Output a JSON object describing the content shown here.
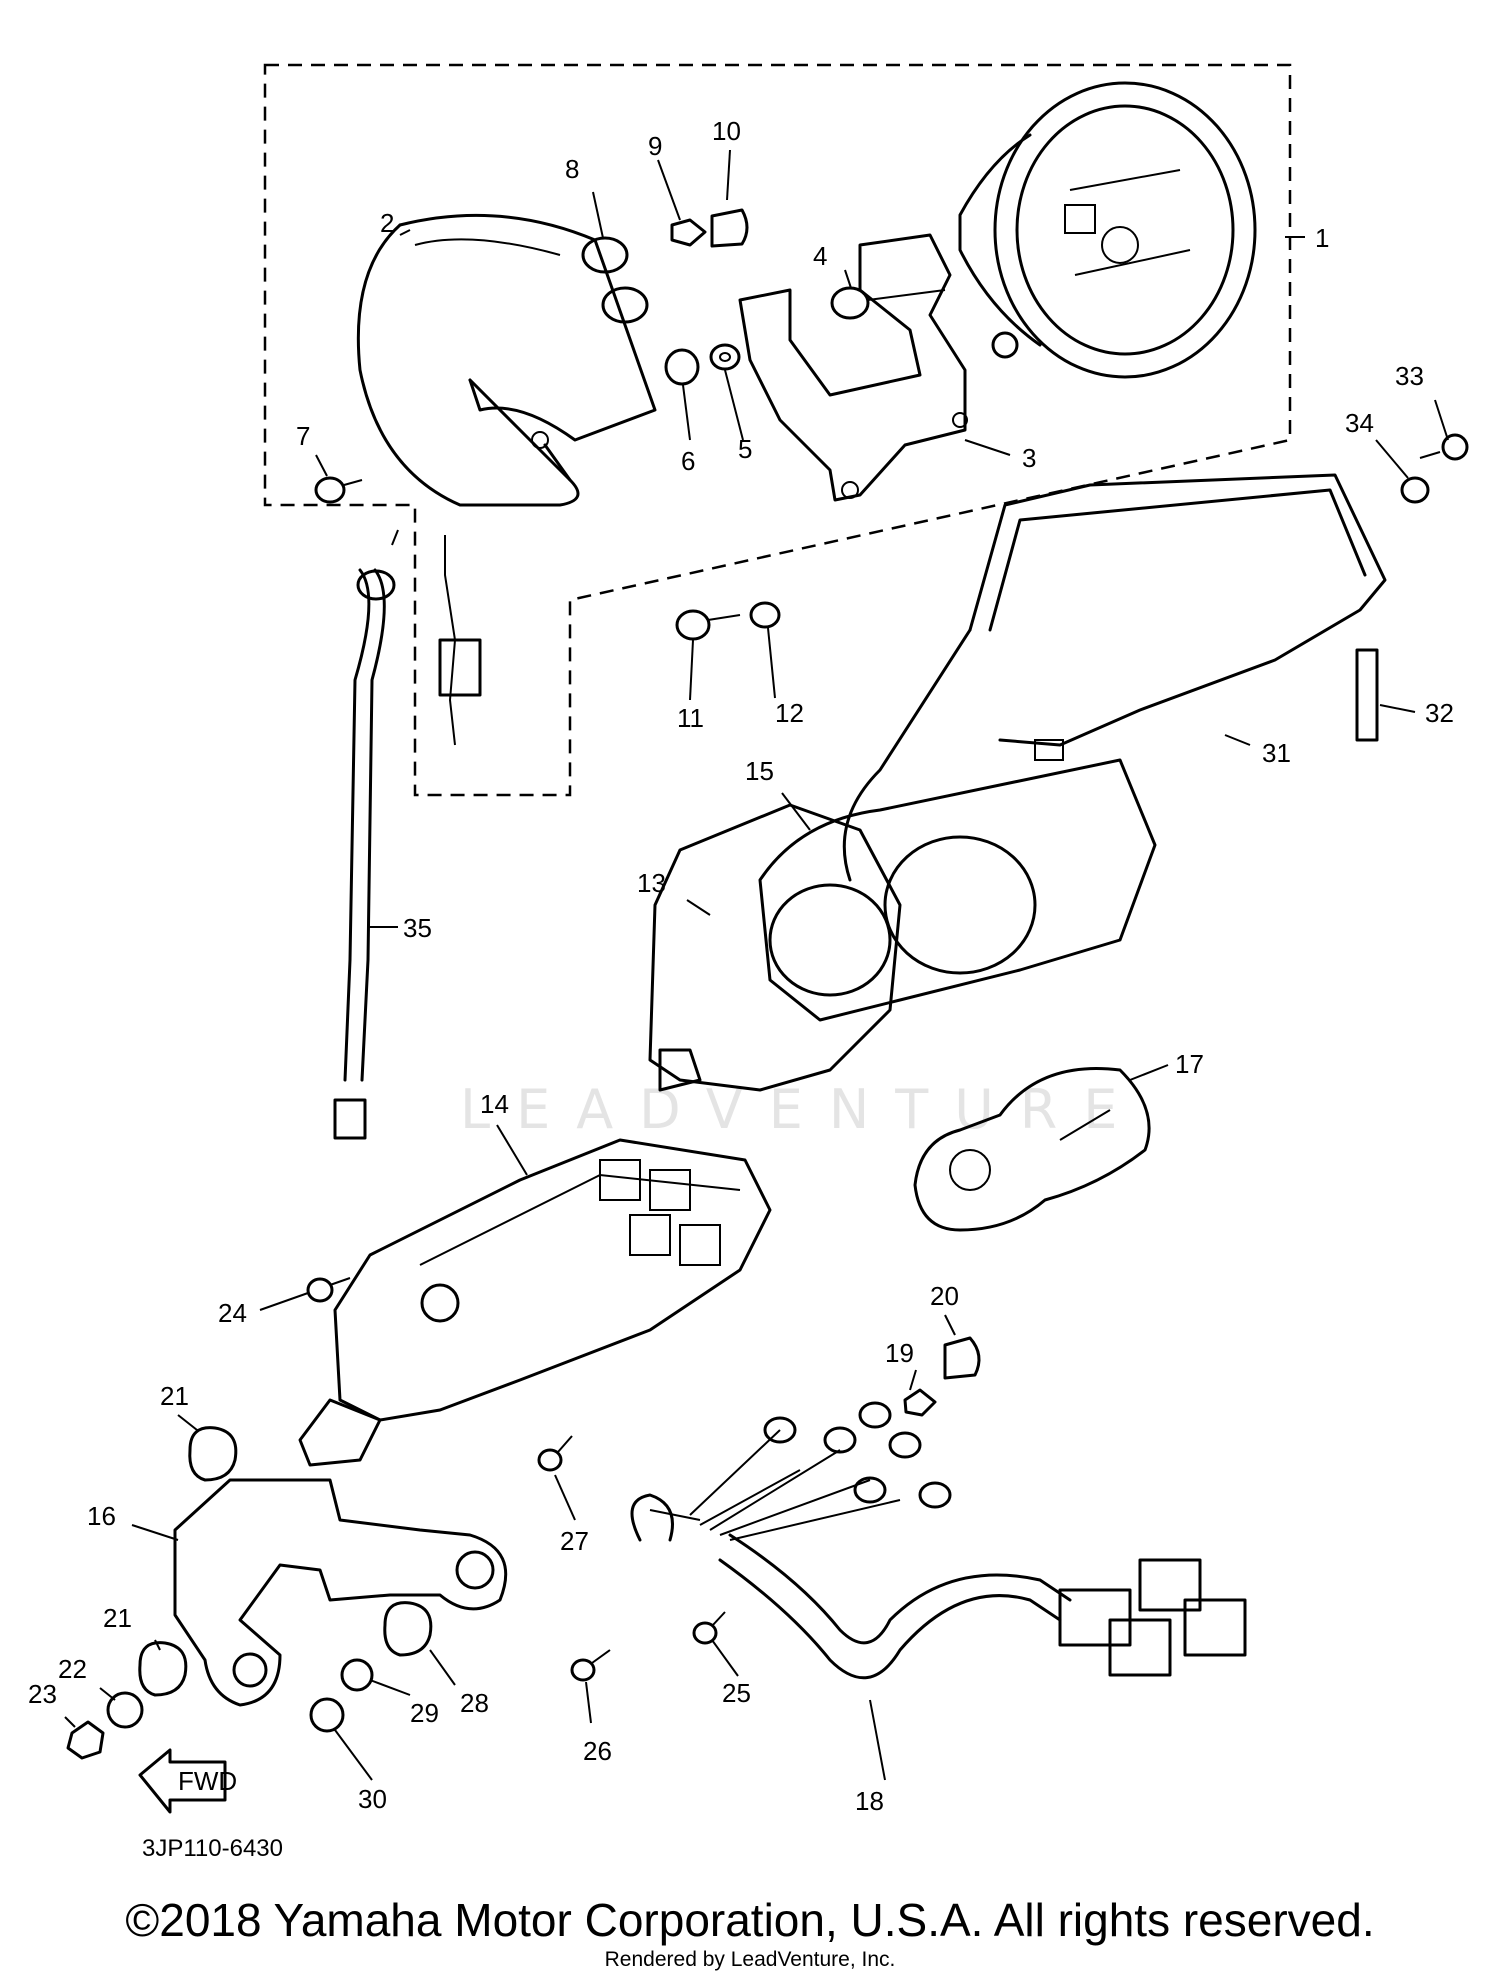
{
  "diagram": {
    "code": "3JP110-6430",
    "copyright": "©2018 Yamaha Motor Corporation, U.S.A. All rights reserved.",
    "render_note": "Rendered by LeadVenture, Inc.",
    "watermark": "LEADVENTURE",
    "fwd_label": "FWD",
    "callouts": [
      "1",
      "2",
      "3",
      "4",
      "5",
      "6",
      "7",
      "8",
      "9",
      "10",
      "11",
      "12",
      "13",
      "14",
      "15",
      "16",
      "17",
      "18",
      "19",
      "20",
      "21",
      "21",
      "22",
      "23",
      "24",
      "25",
      "26",
      "27",
      "28",
      "29",
      "30",
      "31",
      "32",
      "33",
      "34",
      "35"
    ]
  }
}
